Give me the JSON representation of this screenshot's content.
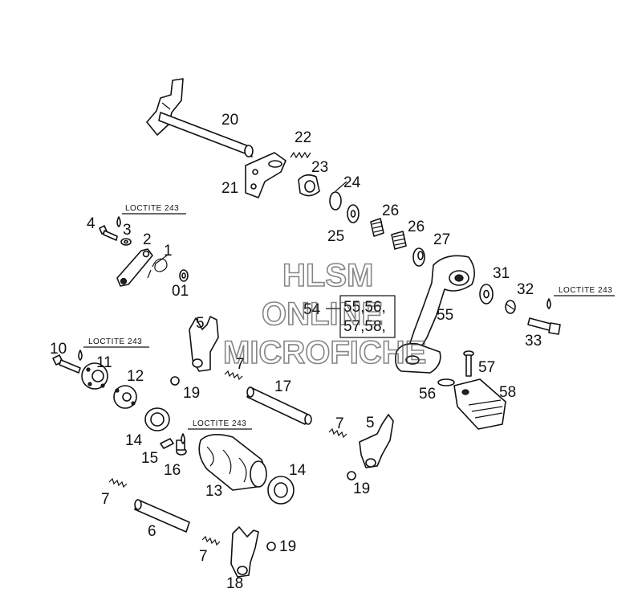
{
  "labels": {
    "p20": "20",
    "p21": "21",
    "p22": "22",
    "p23": "23",
    "p24": "24",
    "p25": "25",
    "p26a": "26",
    "p26b": "26",
    "p27": "27",
    "p4": "4",
    "p3": "3",
    "p2": "2",
    "p1": "1",
    "p01": "01",
    "p54": "54",
    "p55": "55",
    "p31": "31",
    "p32": "32",
    "p33": "33",
    "p5a": "5",
    "p7a": "7",
    "p17": "17",
    "p10": "10",
    "p11": "11",
    "p12": "12",
    "p19a": "19",
    "p57": "57",
    "p56": "56",
    "p58": "58",
    "p14a": "14",
    "p15": "15",
    "p16": "16",
    "p13": "13",
    "p14b": "14",
    "p7b": "7",
    "p5b": "5",
    "p19b": "19",
    "p7c": "7",
    "p6": "6",
    "p7d": "7",
    "p19c": "19",
    "p18": "18"
  },
  "callout_box": {
    "line1": "55,56,",
    "line2": "57,58,"
  },
  "loctite": {
    "a": "LOCTITE 243",
    "b": "LOCTITE 243",
    "c": "LOCTITE 243",
    "d": "LOCTITE 243"
  },
  "watermark": {
    "line1": "HLSM",
    "line2": "ONLINE",
    "line3": "MICROFICHE"
  }
}
